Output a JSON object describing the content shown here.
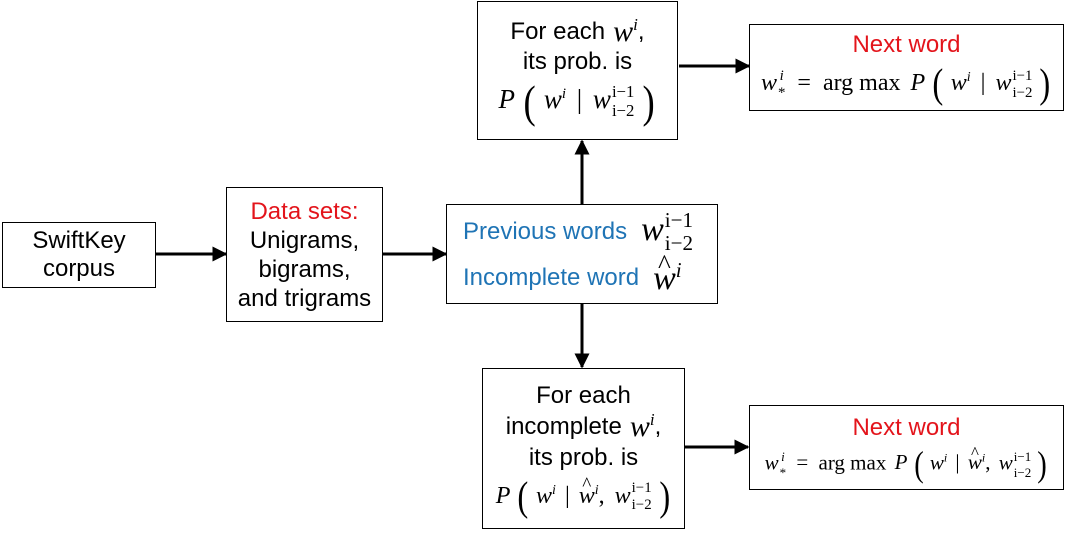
{
  "corpus_box": {
    "line1": "SwiftKey",
    "line2": "corpus"
  },
  "datasets_box": {
    "heading": "Data sets:",
    "line1": "Unigrams,",
    "line2": "bigrams,",
    "line3": "and trigrams"
  },
  "center_box": {
    "previous_words_label": "Previous words",
    "incomplete_word_label": "Incomplete word"
  },
  "top_prob_box": {
    "line1": "For each",
    "line2": "its prob. is"
  },
  "bottom_prob_box": {
    "line1": "For each",
    "line2": "incomplete",
    "line3": "its prob. is"
  },
  "top_next_box": {
    "title": "Next word"
  },
  "bottom_next_box": {
    "title": "Next word"
  },
  "math": {
    "w": "w",
    "P": "P",
    "sup_i": "i",
    "sup_i_minus_1": "i−1",
    "sub_i_minus_2": "i−2",
    "sub_star": "*",
    "argmax": "arg max",
    "equals": "=",
    "bar": "|",
    "comma": ",",
    "lparen": "(",
    "rparen": ")"
  },
  "colors": {
    "highlight_red": "#e3141b",
    "highlight_blue": "#1f74b5",
    "border": "#000000"
  }
}
